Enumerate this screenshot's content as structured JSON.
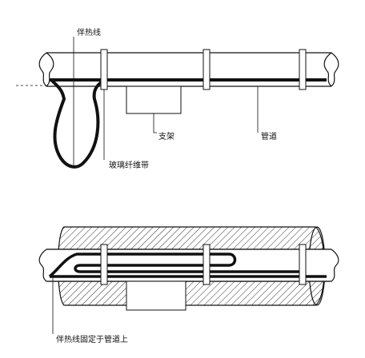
{
  "labels": {
    "heat_trace": "伴热线",
    "bracket": "支架",
    "pipe": "管道",
    "glass_fiber_tape": "玻璃纤维带",
    "heat_trace_fixed": "伴热线固定于管道上"
  },
  "colors": {
    "line": "#111111",
    "background": "#ffffff",
    "insulation_hatch": "#333333"
  }
}
